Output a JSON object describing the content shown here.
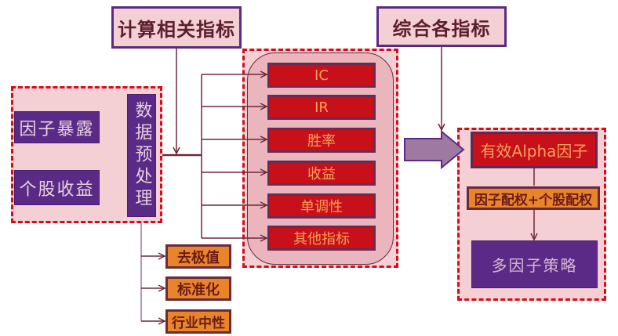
{
  "header": {
    "calc_title": "计算相关指标",
    "combine_title": "综合各指标"
  },
  "inputs": {
    "factor_exposure": "因子暴露",
    "stock_return": "个股收益",
    "preprocess": "数据预处理"
  },
  "metrics": {
    "items": [
      {
        "label": "IC"
      },
      {
        "label": "IR"
      },
      {
        "label": "胜率"
      },
      {
        "label": "收益"
      },
      {
        "label": "单调性"
      },
      {
        "label": "其他指标"
      }
    ]
  },
  "preprocess_steps": {
    "items": [
      {
        "label": "去极值"
      },
      {
        "label": "标准化"
      },
      {
        "label": "行业中性"
      }
    ]
  },
  "output": {
    "effective_alpha": "有效Alpha因子",
    "weighting": "因子配权+个股配权",
    "strategy": "多因子策略"
  },
  "colors": {
    "title_border": "#5b2a86",
    "dashed_border": "#d10f1a",
    "panel_fill": "#f4cfd3",
    "purple": "#5b2a86",
    "red": "#c8101a",
    "orange": "#e8852a",
    "arrow_fill": "#9e7aa0"
  }
}
